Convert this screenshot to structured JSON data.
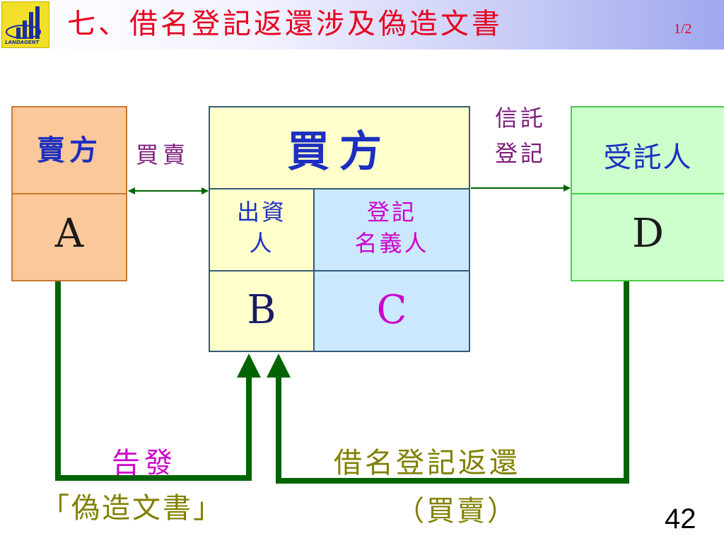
{
  "header": {
    "title": "七、借名登記返還涉及偽造文書",
    "page_fraction": "1/2",
    "logo_text": "LANDAGENT"
  },
  "seller": {
    "title": "賣方",
    "letter": "A"
  },
  "buyer": {
    "title": "買方",
    "funder_label": "出資人",
    "funder_line1": "出資",
    "funder_line2": "人",
    "nominee_line1": "登記",
    "nominee_line2": "名義人",
    "funder_letter": "B",
    "nominee_letter": "C"
  },
  "trustee": {
    "title": "受託人",
    "letter": "D"
  },
  "arrows": {
    "sale_label": "買賣",
    "trust_line1": "信託",
    "trust_line2": "登記",
    "accuse_label": "告發",
    "forgery_label": "「偽造文書」",
    "return_label": "借名登記返還",
    "return_sub": "（買賣）"
  },
  "colors": {
    "title_red": "#e8001e",
    "seller_fill": "#fac89a",
    "buyer_fill": "#ffffcc",
    "nominee_fill": "#cce8ff",
    "trustee_fill": "#ccffcc",
    "blue_text": "#1c2fc0",
    "magenta_text": "#cc00cc",
    "olive_text": "#808000",
    "arrow_green": "#006400"
  },
  "slide_number": "42"
}
